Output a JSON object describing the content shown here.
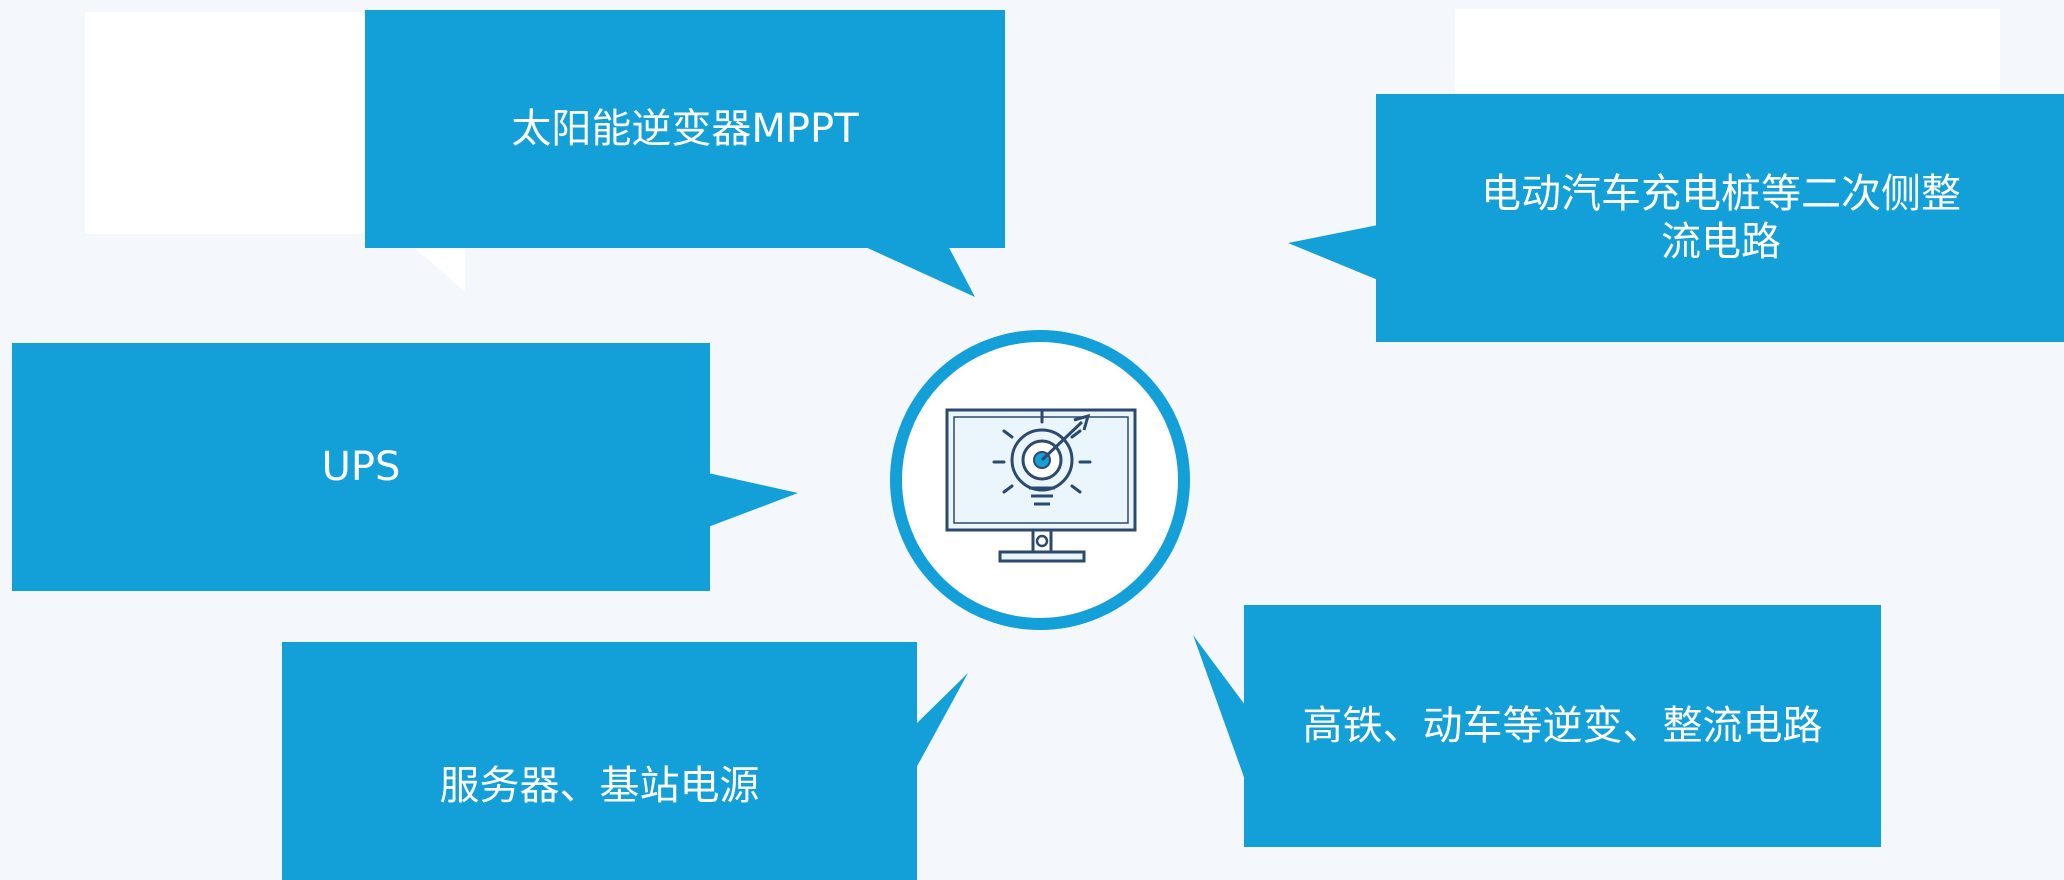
{
  "diagram": {
    "center_icon": "monitor-target-icon",
    "colors": {
      "accent": "#139fd7",
      "background": "#f4f8fd",
      "card": "#ffffff",
      "text_on_accent": "#ffffff"
    },
    "applications": [
      {
        "label": "太阳能逆变器MPPT"
      },
      {
        "label": "电动汽车充电桩等二次侧整流电路"
      },
      {
        "label": "UPS"
      },
      {
        "label": "服务器、基站电源"
      },
      {
        "label": "高铁、动车等逆变、整流电路"
      }
    ]
  }
}
